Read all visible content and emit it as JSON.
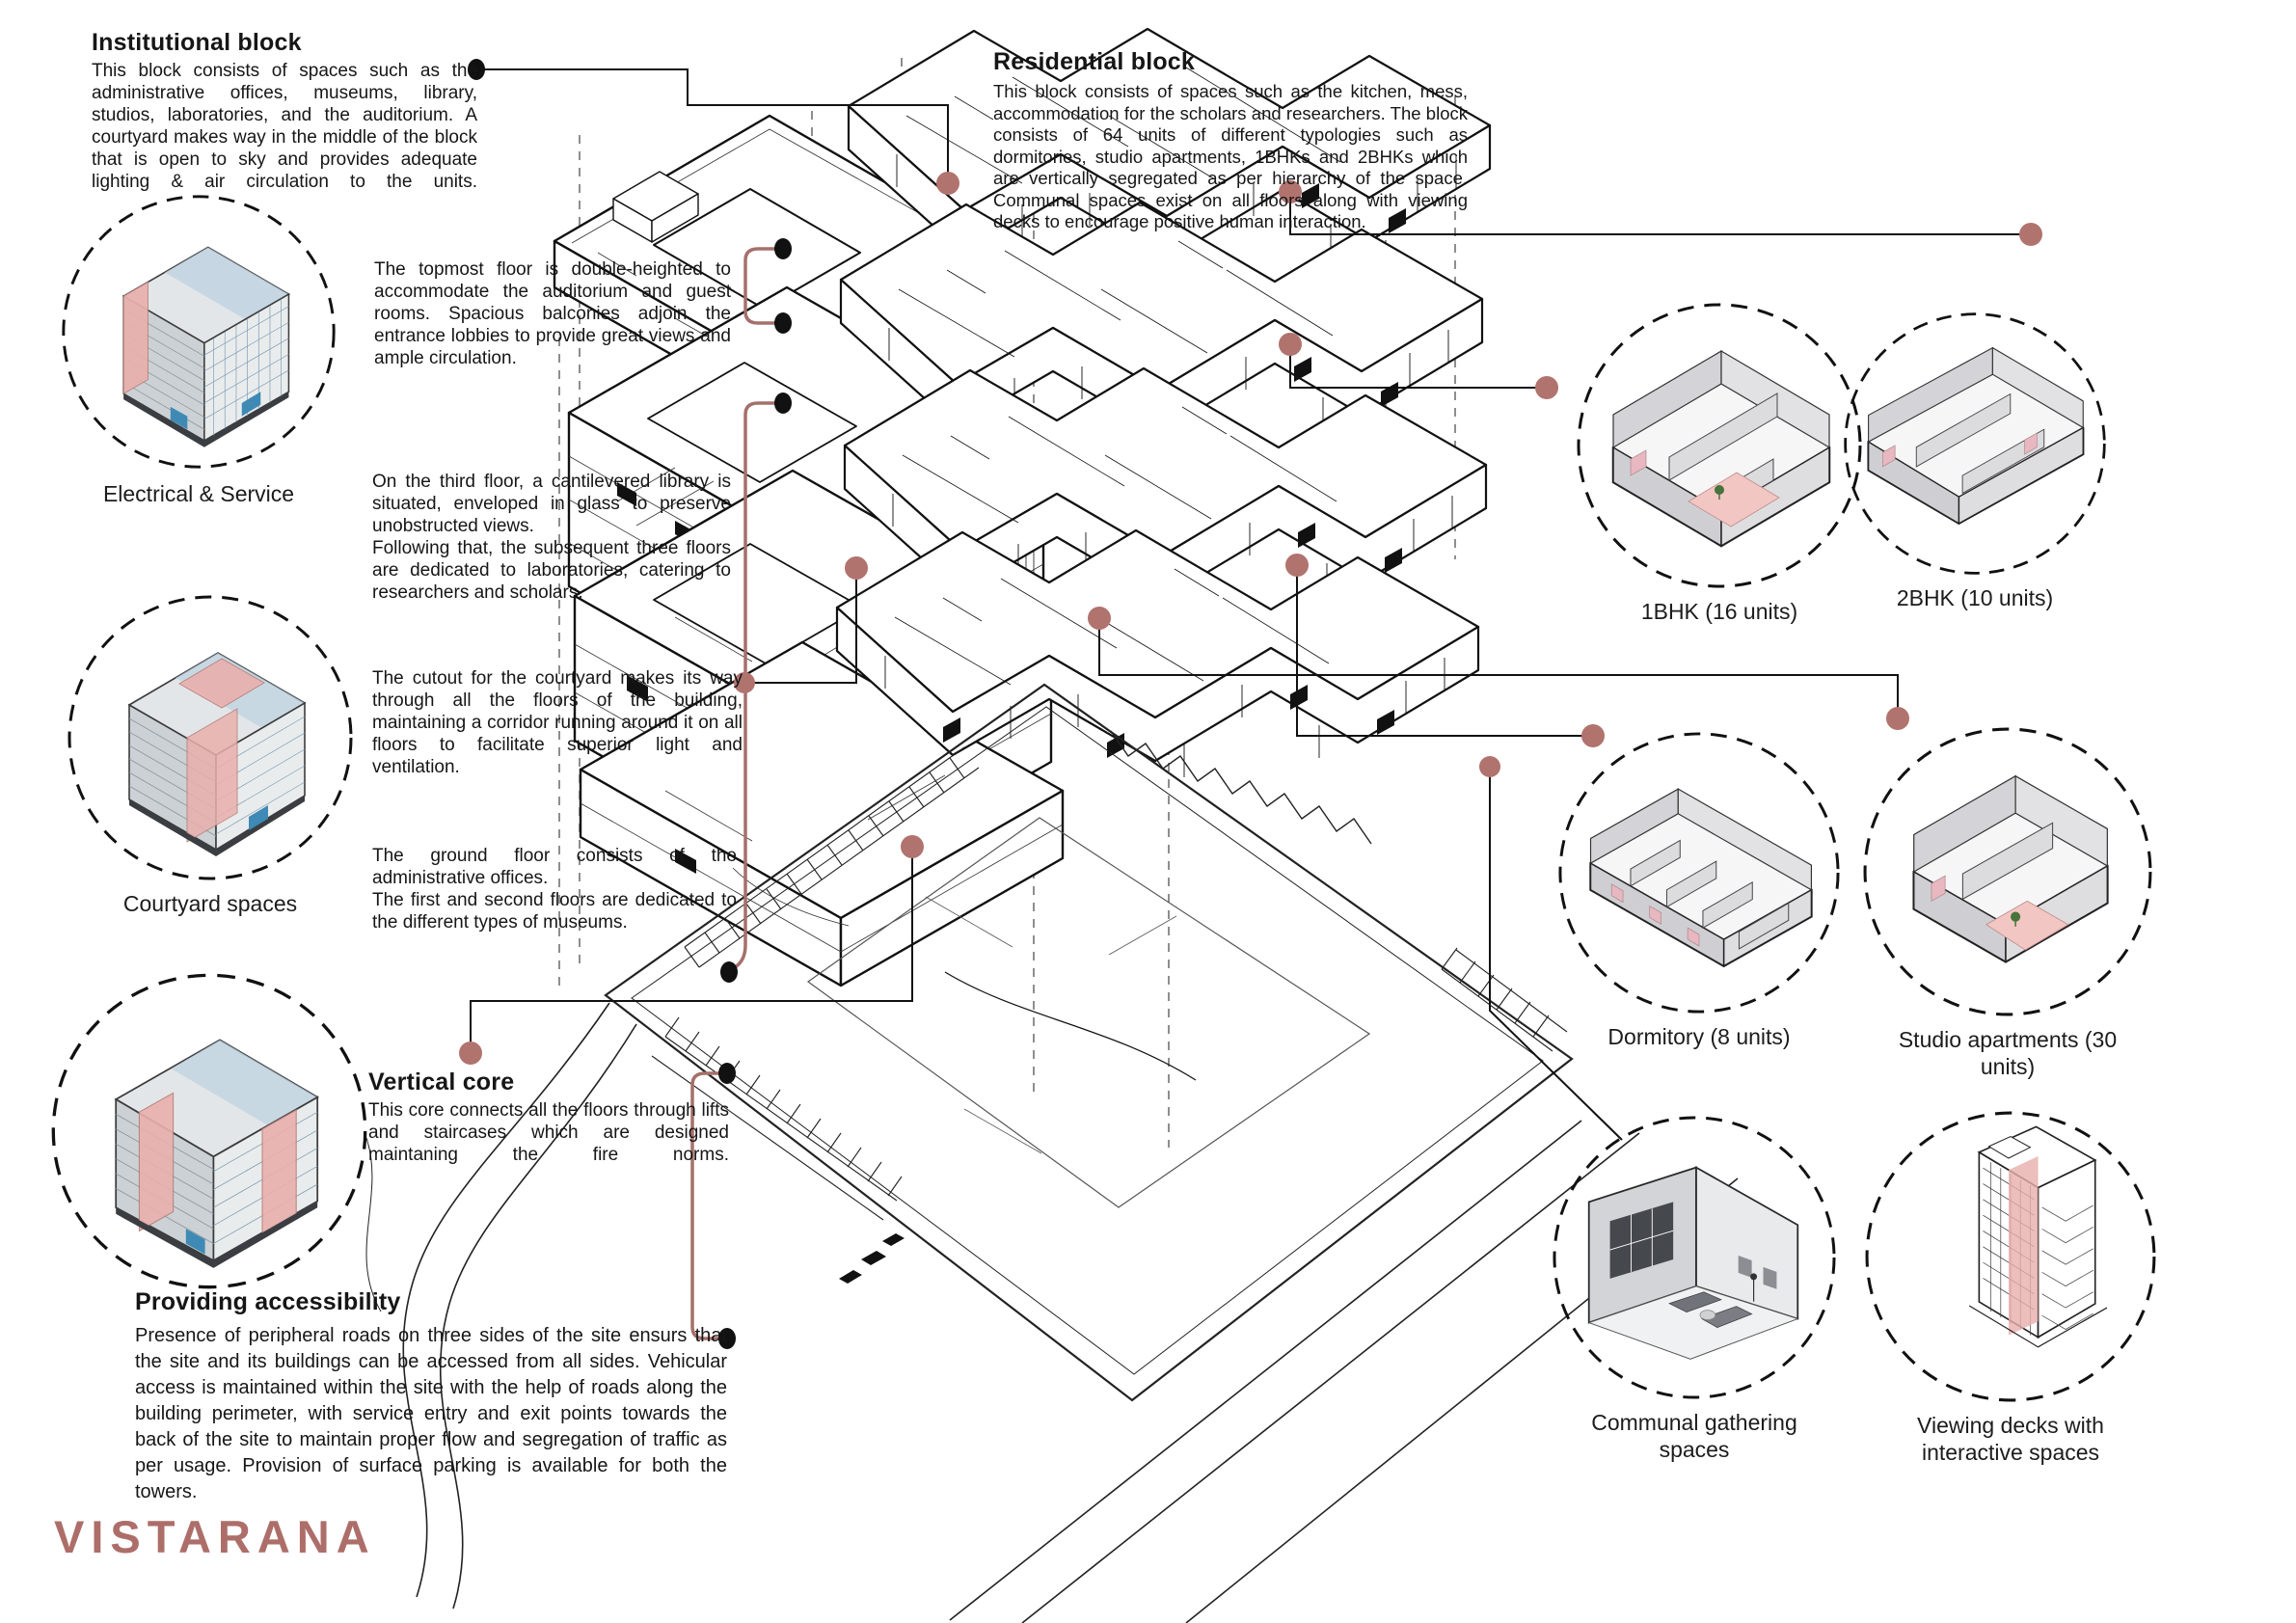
{
  "logo": {
    "text": "VISTARANA"
  },
  "colors": {
    "accent": "#a5706b",
    "dot": "#b0736e",
    "pink_highlight": "#e9b0ad",
    "ink": "#161616"
  },
  "institutional": {
    "title": "Institutional block",
    "body": "This block consists of spaces such as the administrative offices, museums, library, studios, laboratories, and the auditorium. A courtyard makes way in the middle of the block that is open to sky and provides adequate lighting & air circulation to the units."
  },
  "residential": {
    "title": "Residential block",
    "body": "This block consists of spaces such as the kitchen, mess, accommodation for the scholars and researchers. The block consists of 64 units of different typologies such as dormitories, studio apartments, 1BHKs and 2BHKs which are vertically segregated as per hierarchy of the space. Communal spaces exist on all floors along with viewing decks to encourage positive human interaction."
  },
  "callouts": {
    "topmost_floor": "The topmost floor is double-heighted to accommodate the auditorium and guest rooms. Spacious balconies adjoin the entrance lobbies to provide great views and ample circulation.",
    "third_floor": [
      "On the third floor, a cantilevered library is situated, enveloped in glass to preserve unobstructed views.",
      "Following that, the subsequent three floors are dedicated to laboratories, catering to researchers and scholars."
    ],
    "courtyard_cutout": "The cutout for the courtyard makes its way through all the floors of the building, maintaining a corridor running around it on all floors to facilitate superior light and ventilation.",
    "ground_floor": [
      "The ground floor consists of the administrative offices.",
      "The first and second floors are dedicated to the different types of museums."
    ],
    "vertical_core": {
      "title": "Vertical core",
      "body": "This core connects all the floors through lifts and staircases which are designed maintaning the fire norms."
    },
    "accessibility": {
      "title": "Providing accessibility",
      "body": "Presence of peripheral roads on three sides of the site ensurs that the site and its buildings can be accessed from all sides. Vehicular access is maintained within the site with the help of roads along the building perimeter, with service entry and exit points towards the back of the site to maintain proper flow and segregation of traffic as per usage. Provision of surface parking is available for both the towers."
    }
  },
  "figures": {
    "left": [
      {
        "label": "Electrical & Service"
      },
      {
        "label": "Courtyard spaces"
      },
      {
        "label": ""
      }
    ],
    "units": [
      {
        "label": "1BHK (16 units)"
      },
      {
        "label": "2BHK (10 units)"
      },
      {
        "label": "Dormitory (8 units)"
      },
      {
        "label": "Studio apartments (30 units)"
      },
      {
        "label": "Communal gathering spaces"
      },
      {
        "label": "Viewing decks with interactive spaces"
      }
    ]
  }
}
